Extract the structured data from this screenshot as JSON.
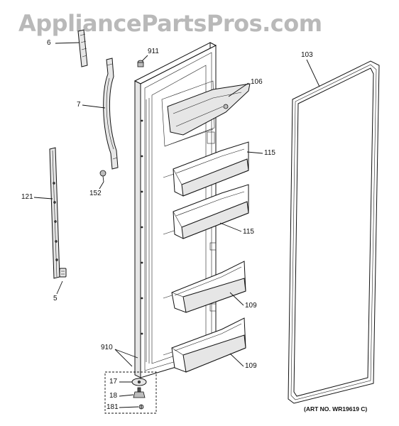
{
  "watermark": "AppliancePartsPros.com",
  "callouts": {
    "p6": "6",
    "p7": "7",
    "p121": "121",
    "p5": "5",
    "p152": "152",
    "p911": "911",
    "p106": "106",
    "p103": "103",
    "p115a": "115",
    "p115b": "115",
    "p109a": "109",
    "p109b": "109",
    "p910": "910",
    "p17": "17",
    "p18": "18",
    "p181": "181"
  },
  "art_number": "(ART NO. WR19619 C)",
  "colors": {
    "line": "#111111",
    "part_fill": "#e6e6e6",
    "watermark": "#b9b9b9"
  }
}
